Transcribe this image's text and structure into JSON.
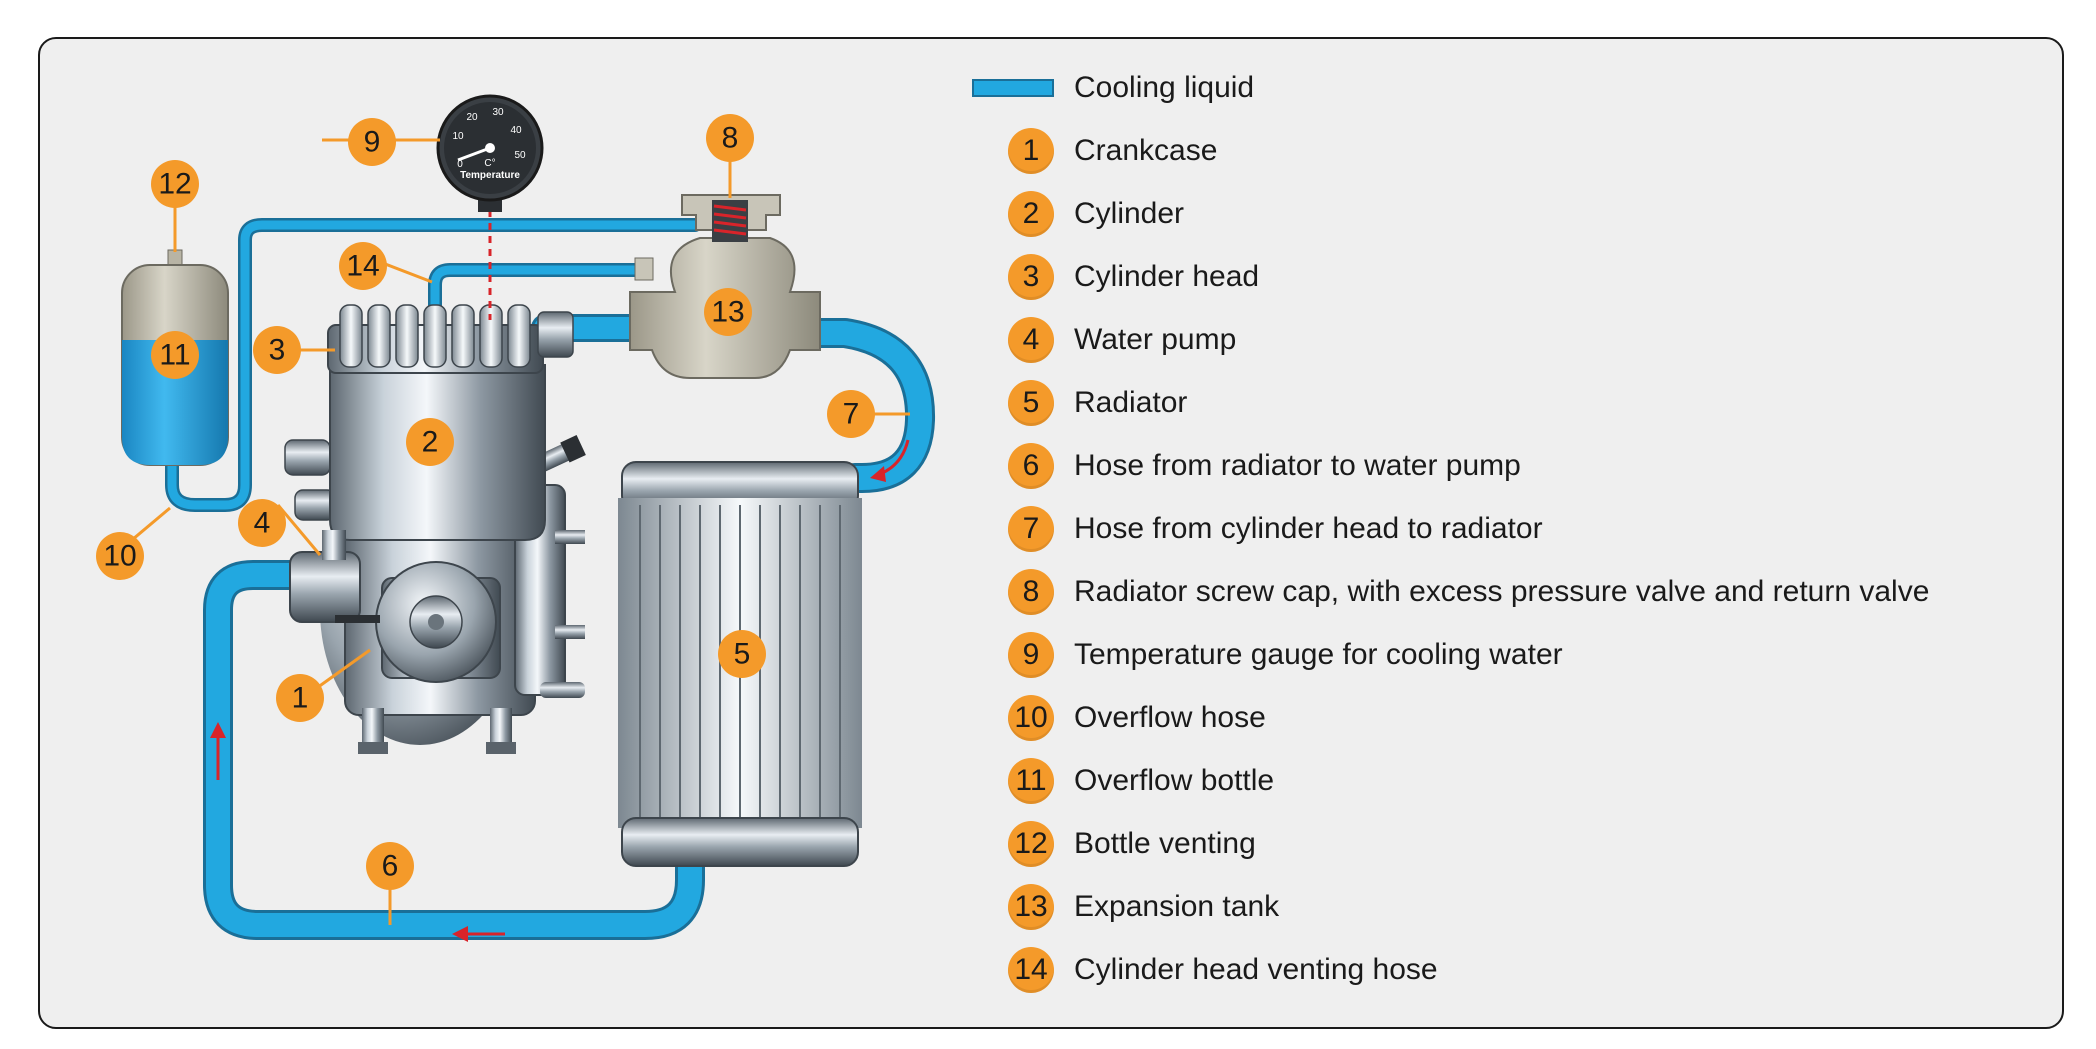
{
  "legend": {
    "cooling_liquid_label": "Cooling liquid",
    "items": [
      {
        "num": "1",
        "label": "Crankcase"
      },
      {
        "num": "2",
        "label": "Cylinder"
      },
      {
        "num": "3",
        "label": "Cylinder head"
      },
      {
        "num": "4",
        "label": "Water pump"
      },
      {
        "num": "5",
        "label": "Radiator"
      },
      {
        "num": "6",
        "label": "Hose from radiator to water pump"
      },
      {
        "num": "7",
        "label": "Hose from cylinder head to radiator"
      },
      {
        "num": "8",
        "label": "Radiator screw cap, with excess pressure valve and return valve"
      },
      {
        "num": "9",
        "label": "Temperature gauge for cooling water"
      },
      {
        "num": "10",
        "label": "Overflow hose"
      },
      {
        "num": "11",
        "label": "Overflow bottle"
      },
      {
        "num": "12",
        "label": "Bottle venting"
      },
      {
        "num": "13",
        "label": "Expansion tank"
      },
      {
        "num": "14",
        "label": "Cylinder head venting hose"
      }
    ]
  },
  "gauge": {
    "ticks": [
      "0",
      "10",
      "20",
      "30",
      "40",
      "50"
    ],
    "unit": "C°",
    "caption": "Temperature"
  },
  "colors": {
    "coolant": "#22a8e0",
    "callout": "#f49a2a",
    "flow_arrow": "#d8242a"
  }
}
